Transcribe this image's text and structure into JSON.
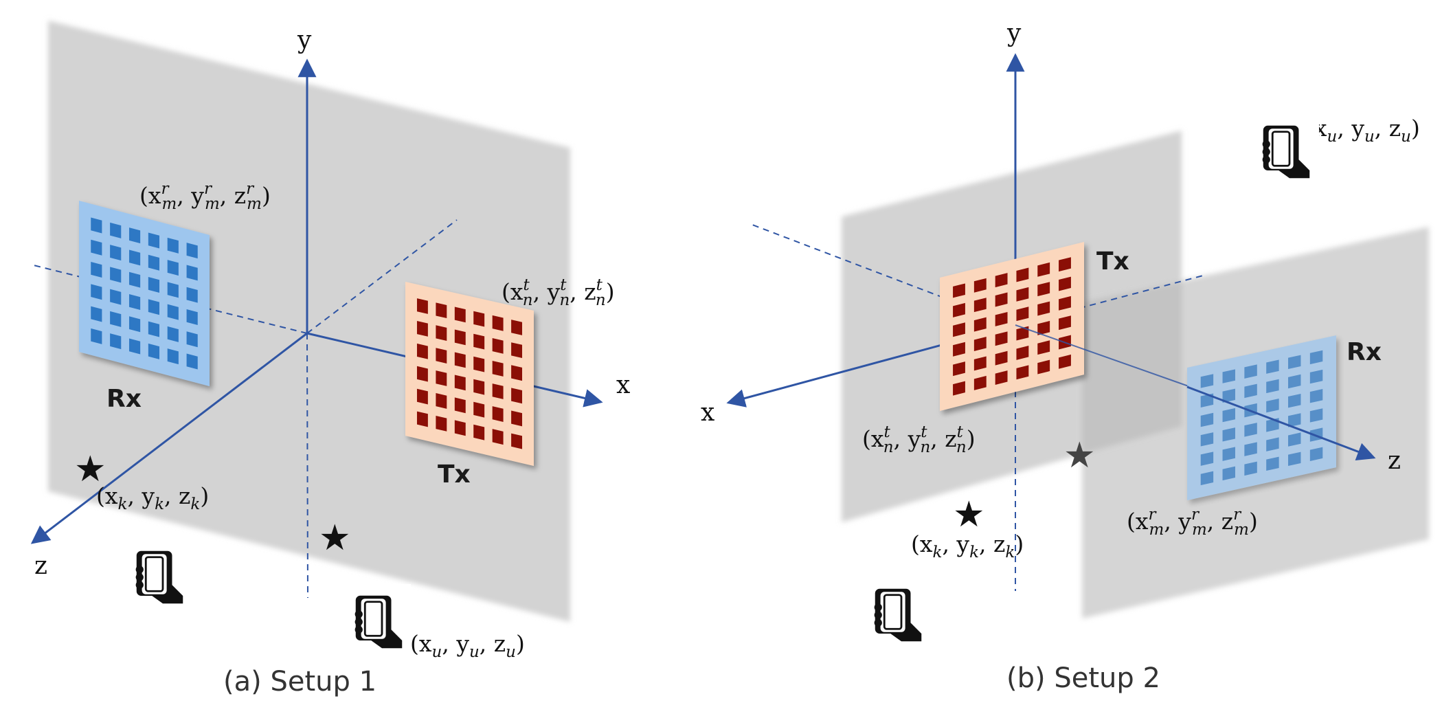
{
  "panels": [
    {
      "caption": "(a) Setup 1",
      "axes": {
        "x": "x",
        "y": "y",
        "z": "z"
      },
      "arrays": {
        "rx": "Rx",
        "tx": "Tx"
      },
      "coords": {
        "rx": {
          "base": [
            "x",
            "y",
            "z"
          ],
          "sub": "m",
          "sup": "r"
        },
        "tx": {
          "base": [
            "x",
            "y",
            "z"
          ],
          "sub": "n",
          "sup": "t"
        },
        "target": {
          "base": [
            "x",
            "y",
            "z"
          ],
          "sub": "k",
          "sup": ""
        },
        "user": {
          "base": [
            "x",
            "y",
            "z"
          ],
          "sub": "u",
          "sup": ""
        }
      }
    },
    {
      "caption": "(b) Setup 2",
      "axes": {
        "x": "x",
        "y": "y",
        "z": "z"
      },
      "arrays": {
        "rx": "Rx",
        "tx": "Tx"
      },
      "coords": {
        "rx": {
          "base": [
            "x",
            "y",
            "z"
          ],
          "sub": "m",
          "sup": "r"
        },
        "tx": {
          "base": [
            "x",
            "y",
            "z"
          ],
          "sub": "n",
          "sup": "t"
        },
        "target": {
          "base": [
            "x",
            "y",
            "z"
          ],
          "sub": "k",
          "sup": ""
        },
        "user": {
          "base": [
            "x",
            "y",
            "z"
          ],
          "sub": "u",
          "sup": ""
        }
      }
    }
  ],
  "colors": {
    "axis": "#2f55a4",
    "wall": "#d3d3d3",
    "rx_fill": "#9ec6ee",
    "rx_element": "#2e78c4",
    "tx_fill": "#fbd7bd",
    "tx_element": "#8b0f06"
  },
  "icons": [
    "star-icon",
    "phone-in-hand-icon"
  ]
}
